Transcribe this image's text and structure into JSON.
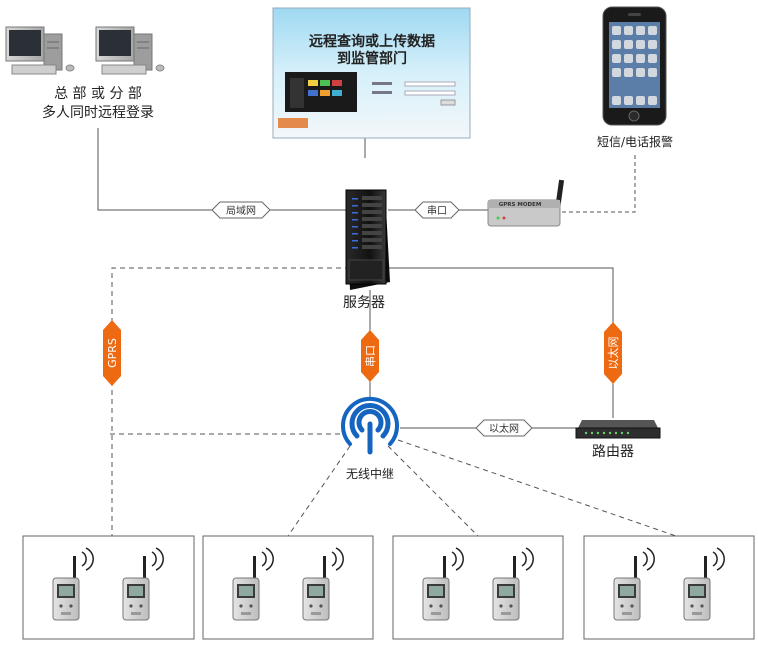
{
  "labels": {
    "hq_line1": "总 部 或 分 部",
    "hq_line2": "多人同时远程登录",
    "screen_title_line1": "远程查询或上传数据",
    "screen_title_line2": "到监管部门",
    "phone_label": "短信/电话报警",
    "modem_label": "GPRS MODEM",
    "server_label": "服务器",
    "router_label": "路由器",
    "repeater_label": "无线中继"
  },
  "connections": {
    "lan": "局域网",
    "serial_top": "串口",
    "gprs": "GPRS",
    "serial_mid": "串口",
    "ethernet_vertical": "以太网",
    "ethernet_horizontal": "以太网"
  },
  "colors": {
    "orange": "#ee6a12",
    "wifi_blue": "#1565c0",
    "line": "#555555"
  }
}
